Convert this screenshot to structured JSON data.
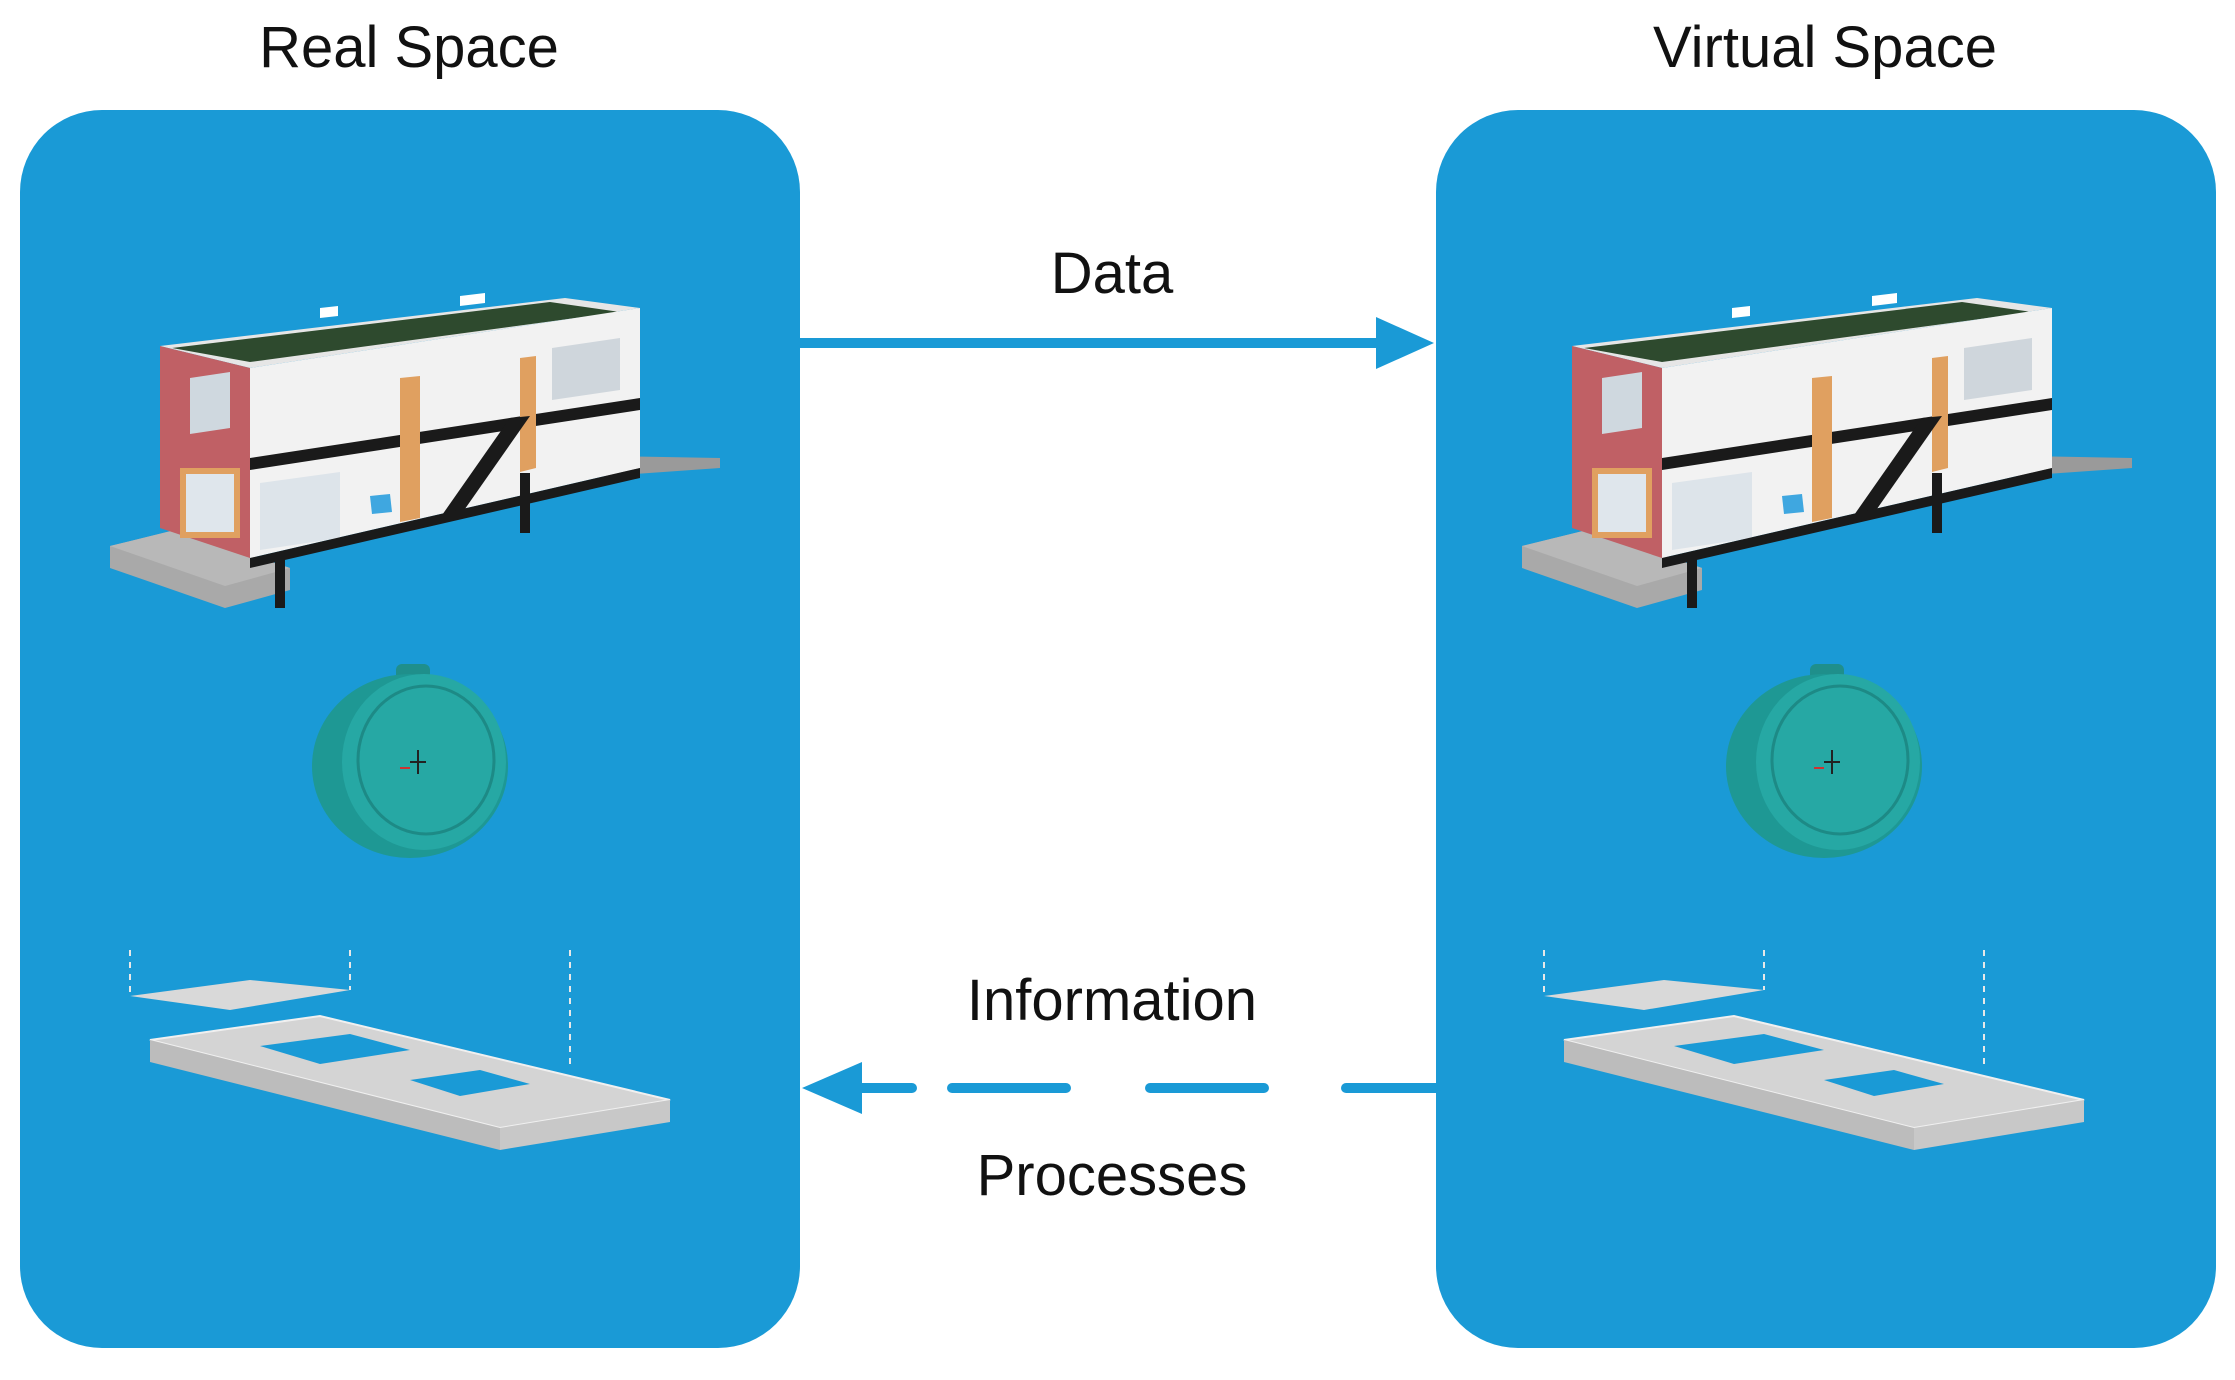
{
  "headings": {
    "real_space": "Real Space",
    "virtual_space": "Virtual Space"
  },
  "arrows": {
    "top": {
      "label": "Data",
      "direction": "real-to-virtual",
      "style": "solid"
    },
    "bottom": {
      "label_above": "Information",
      "label_below": "Processes",
      "direction": "virtual-to-real",
      "style": "dashed"
    }
  },
  "colors": {
    "panel": "#1a9ad6",
    "arrow": "#1a9ad6",
    "roof": "#2e4a2e",
    "wall_red": "#c06065",
    "device": "#26a8a4",
    "slab": "#d4d4d4"
  },
  "panel_contents": [
    "house-cutaway-model",
    "round-sensor-device",
    "foundation-slab-model"
  ]
}
